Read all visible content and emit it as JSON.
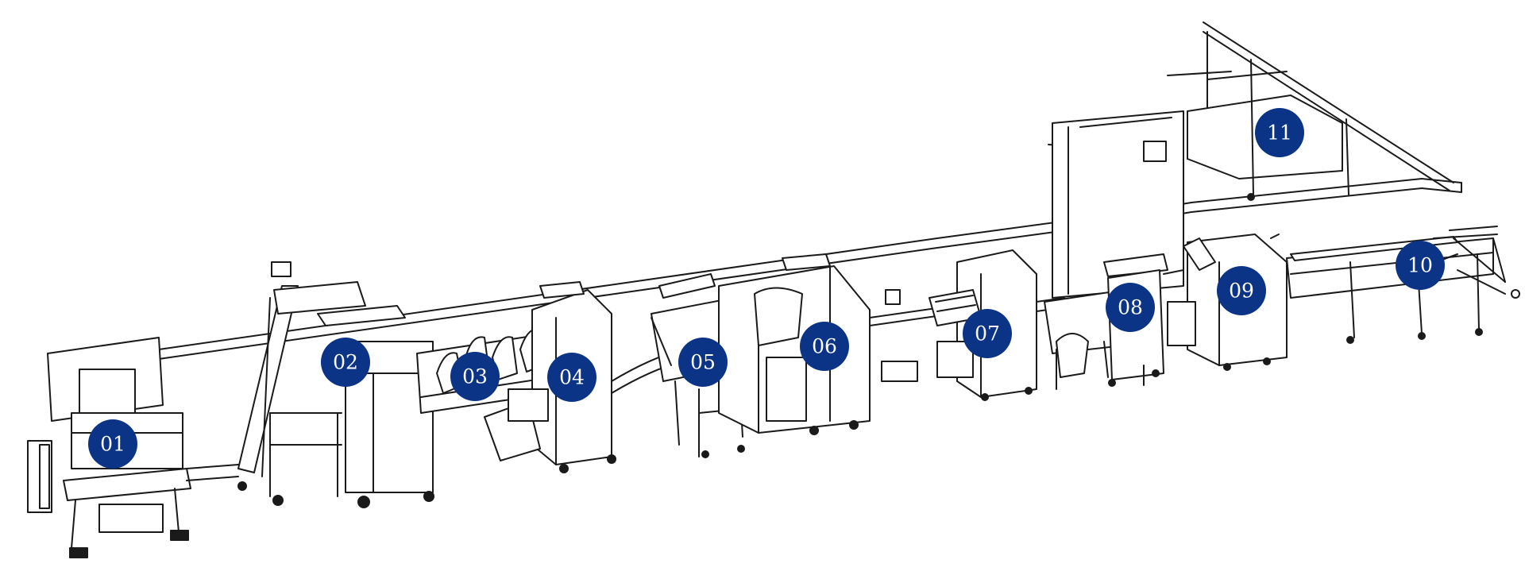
{
  "colors": {
    "marker_fill": "#0b3487",
    "marker_text": "#ffffff",
    "line_art": "#1a1a1a",
    "background": "#ffffff"
  },
  "stations": [
    {
      "label": "01"
    },
    {
      "label": "02"
    },
    {
      "label": "03"
    },
    {
      "label": "04"
    },
    {
      "label": "05"
    },
    {
      "label": "06"
    },
    {
      "label": "07"
    },
    {
      "label": "08"
    },
    {
      "label": "09"
    },
    {
      "label": "10"
    },
    {
      "label": "11"
    }
  ]
}
